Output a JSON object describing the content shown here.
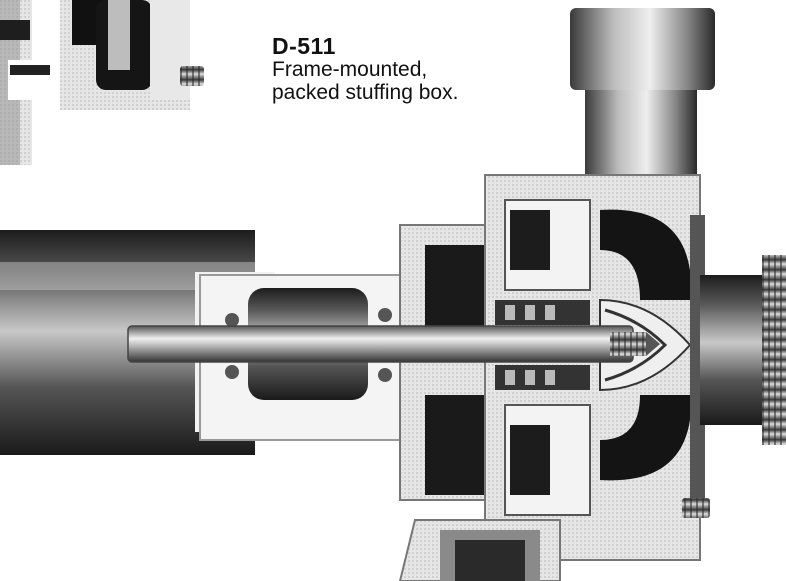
{
  "caption": {
    "model": "D-511",
    "line1": "Frame-mounted,",
    "line2": "packed stuffing box."
  },
  "colors": {
    "metal_dark": "#2a2a2a",
    "metal_mid": "#8c8c8c",
    "metal_light": "#d9d9d9",
    "background": "#ffffff"
  }
}
